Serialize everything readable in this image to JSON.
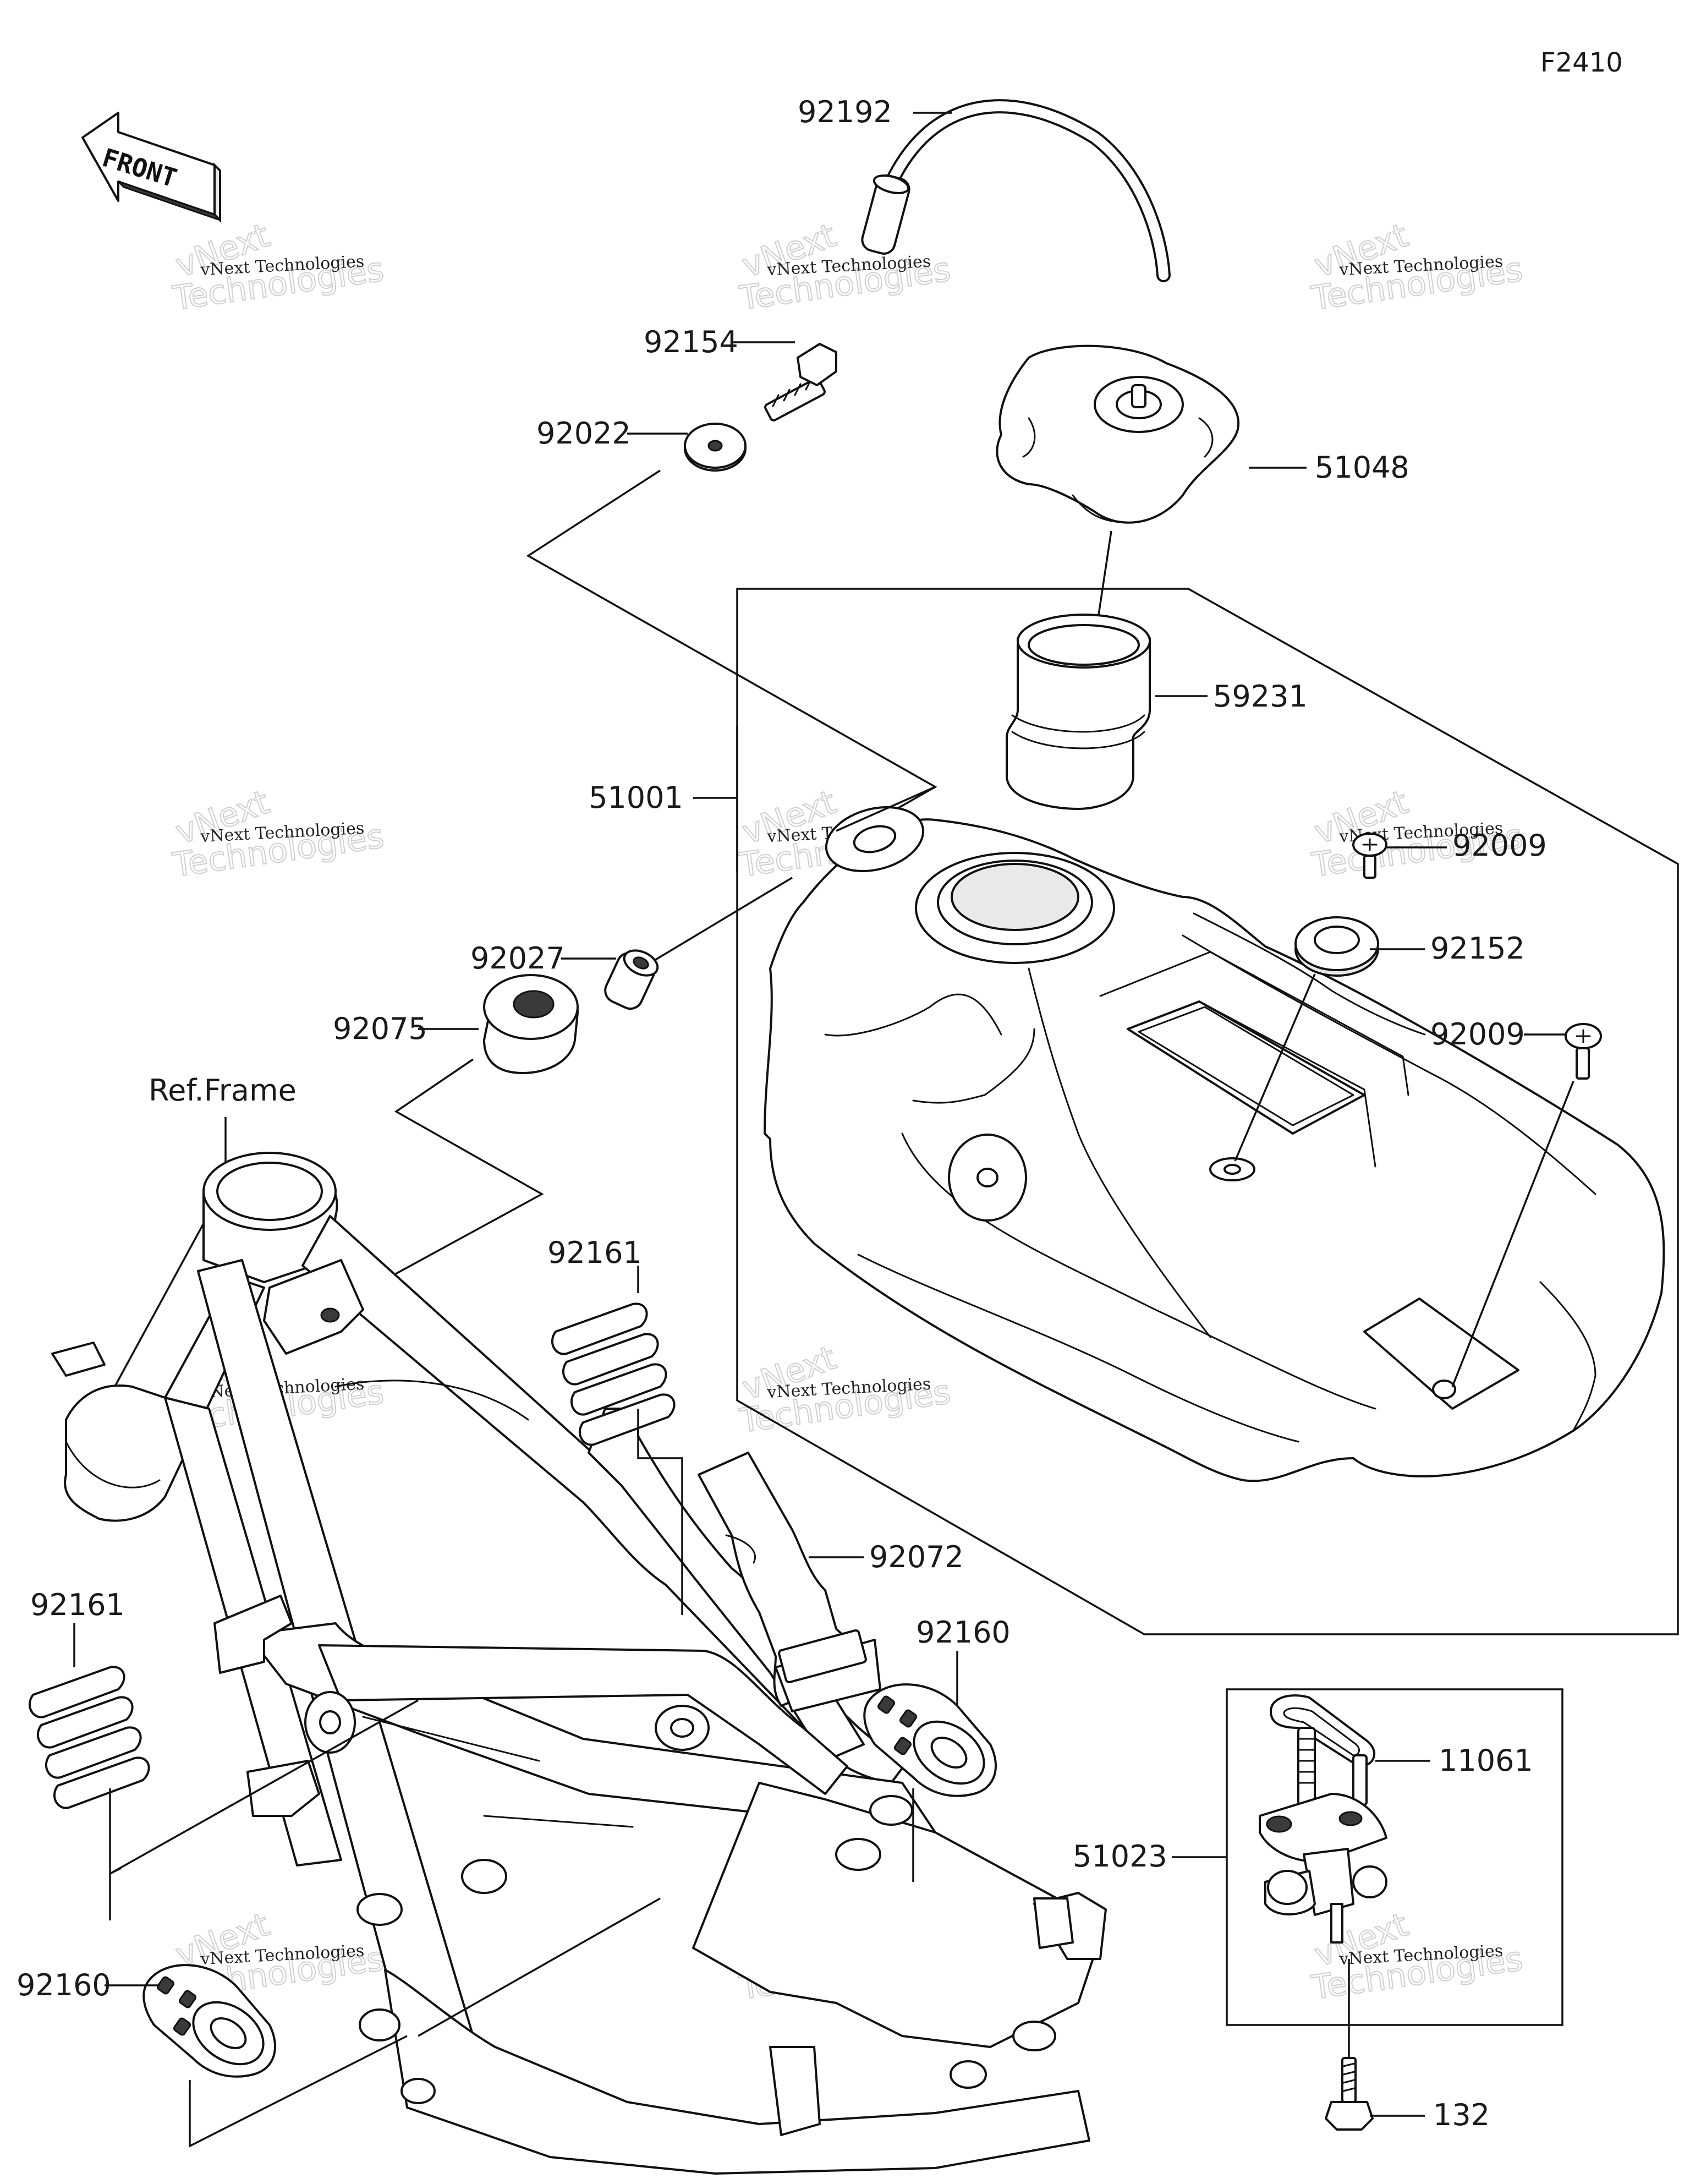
{
  "figure_code": "F2410",
  "front_label": "FRONT",
  "ref_frame_label": "Ref.Frame",
  "watermark": {
    "line1": "vNext Technologies",
    "line2": "vNext",
    "line3": "Technologies"
  },
  "parts": {
    "p92192": "92192",
    "p92154": "92154",
    "p92022": "92022",
    "p51048": "51048",
    "p59231": "59231",
    "p51001": "51001",
    "p92009a": "92009",
    "p92027": "92027",
    "p92152": "92152",
    "p92075": "92075",
    "p92009b": "92009",
    "p92161a": "92161",
    "p92072": "92072",
    "p92161b": "92161",
    "p92160a": "92160",
    "p11061": "11061",
    "p51023": "51023",
    "p92160b": "92160",
    "p132": "132"
  }
}
